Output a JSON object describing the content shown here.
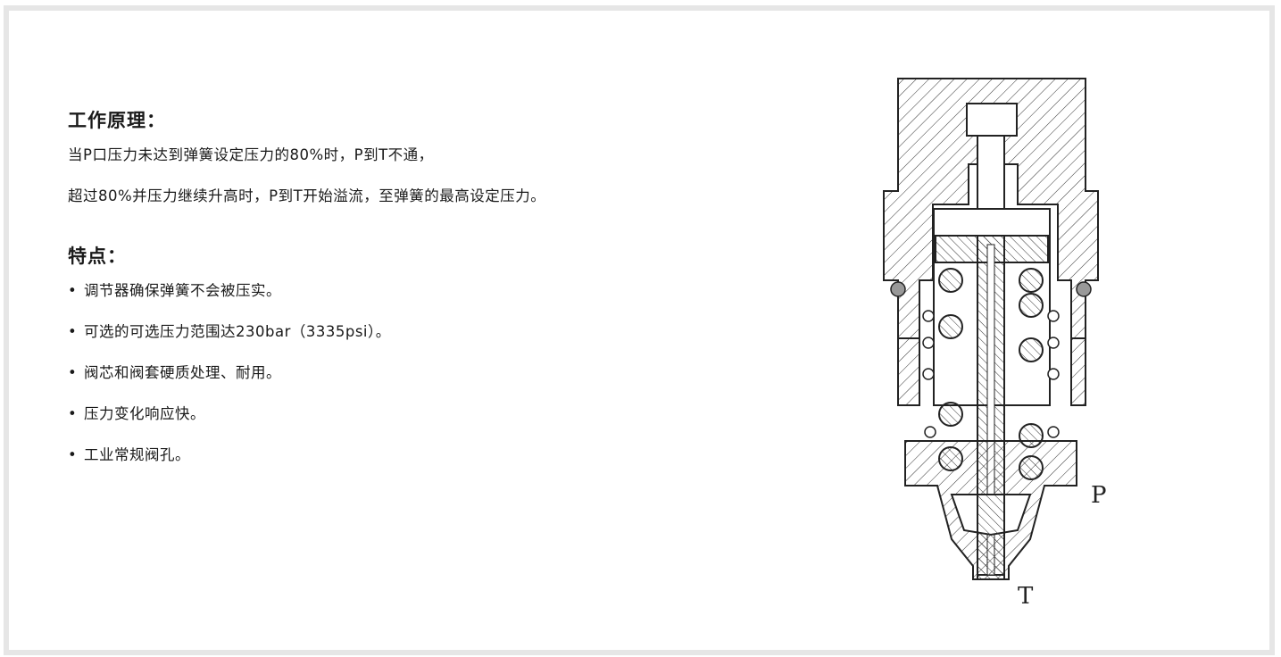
{
  "principle": {
    "title": "工作原理：",
    "line1": "当P口压力未达到弹簧设定压力的80%时，P到T不通，",
    "line2": "超过80%并压力继续升高时，P到T开始溢流，至弹簧的最高设定压力。"
  },
  "features": {
    "title": "特点：",
    "items": [
      "调节器确保弹簧不会被压实。",
      "可选的可选压力范围达230bar（3335psi）。",
      "阀芯和阀套硬质处理、耐用。",
      "压力变化响应快。",
      "工业常规阀孔。"
    ]
  },
  "diagram": {
    "port_p": "P",
    "port_t": "T"
  }
}
